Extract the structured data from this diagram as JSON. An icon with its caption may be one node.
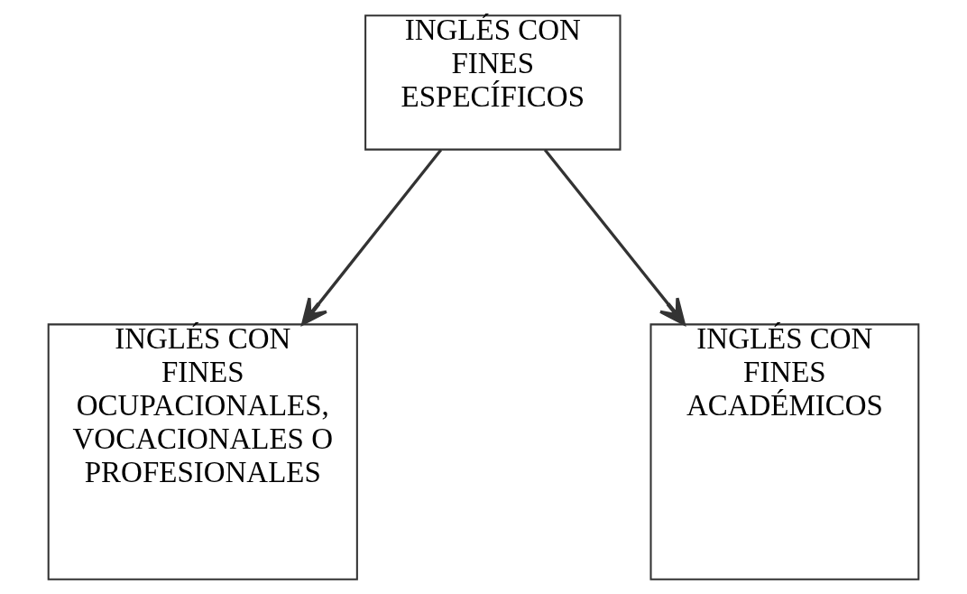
{
  "diagram": {
    "nodes": [
      {
        "text": [
          "INGLÉS CON FINES ESPECÍFICOS"
        ]
      },
      {
        "text": [
          "INGLÉS CON FINES OCUPACIONALES, VOCACIONALES O PROFESIONALES"
        ]
      },
      {
        "text": [
          "INGLÉS CON FINES ACADÉMICOS"
        ]
      }
    ],
    "edges": [
      {
        "from": 0,
        "to": 1,
        "arrow": "to"
      },
      {
        "from": 0,
        "to": 2,
        "arrow": "to"
      }
    ]
  }
}
